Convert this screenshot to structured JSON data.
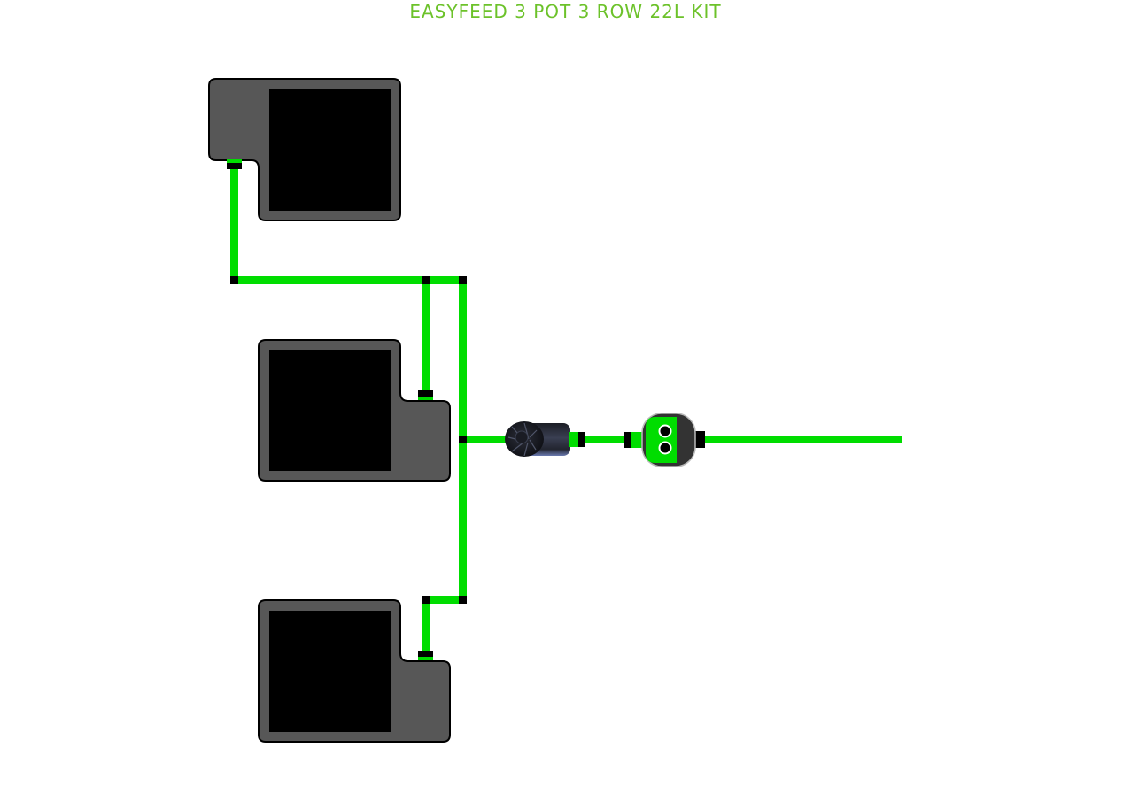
{
  "title": "EASYFEED 3 POT 3 ROW 22L KIT",
  "colors": {
    "title": "#6cc22a",
    "pipe": "#00dd00",
    "connector": "#000000",
    "pot_body": "#575757",
    "pot_outline": "#000000",
    "pot_inner": "#000000",
    "valve_body": "#333333",
    "valve_face": "#00dd00",
    "filter_body": "#2a2d38"
  },
  "components": {
    "pots": [
      {
        "label": "pot-1",
        "row": 1
      },
      {
        "label": "pot-2",
        "row": 2
      },
      {
        "label": "pot-3",
        "row": 3
      }
    ],
    "filter": "inline-filter",
    "valve": "shut-off-valve",
    "supply_line": "supply-pipe"
  }
}
